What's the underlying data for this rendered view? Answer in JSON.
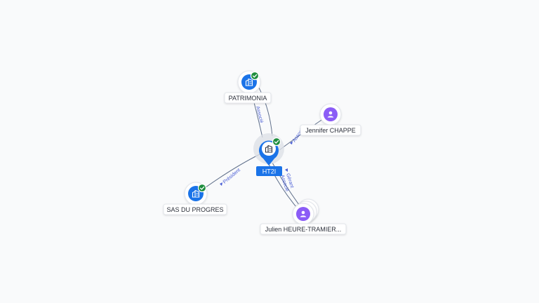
{
  "colors": {
    "company_node": "#1a73e8",
    "person_node": "#8b5cf6",
    "check_badge": "#1e8e3e",
    "edge": "#5f6f8a",
    "edge_label": "#4b5fd6"
  },
  "center": {
    "label": "HT2I",
    "icon": "building-icon",
    "verified": true
  },
  "nodes": [
    {
      "id": "patrimonia",
      "label": "PATRIMONIA",
      "type": "company",
      "icon": "building-icon",
      "verified": true
    },
    {
      "id": "jennifer",
      "label": "Jennifer CHAPPE",
      "type": "person",
      "icon": "person-icon",
      "verified": false
    },
    {
      "id": "sas",
      "label": "SAS DU PROGRES",
      "type": "company",
      "icon": "building-icon",
      "verified": true
    },
    {
      "id": "julien",
      "label": "Julien HEURE-TRAMIER...",
      "type": "person",
      "icon": "person-icon",
      "verified": false
    }
  ],
  "edges": [
    {
      "to": "patrimonia",
      "label": "Associé"
    },
    {
      "to": "jennifer",
      "label": "Associé"
    },
    {
      "to": "sas",
      "label": "Président"
    },
    {
      "to": "julien",
      "label": "Gérant"
    },
    {
      "to": "julien",
      "label": "Associé"
    }
  ]
}
